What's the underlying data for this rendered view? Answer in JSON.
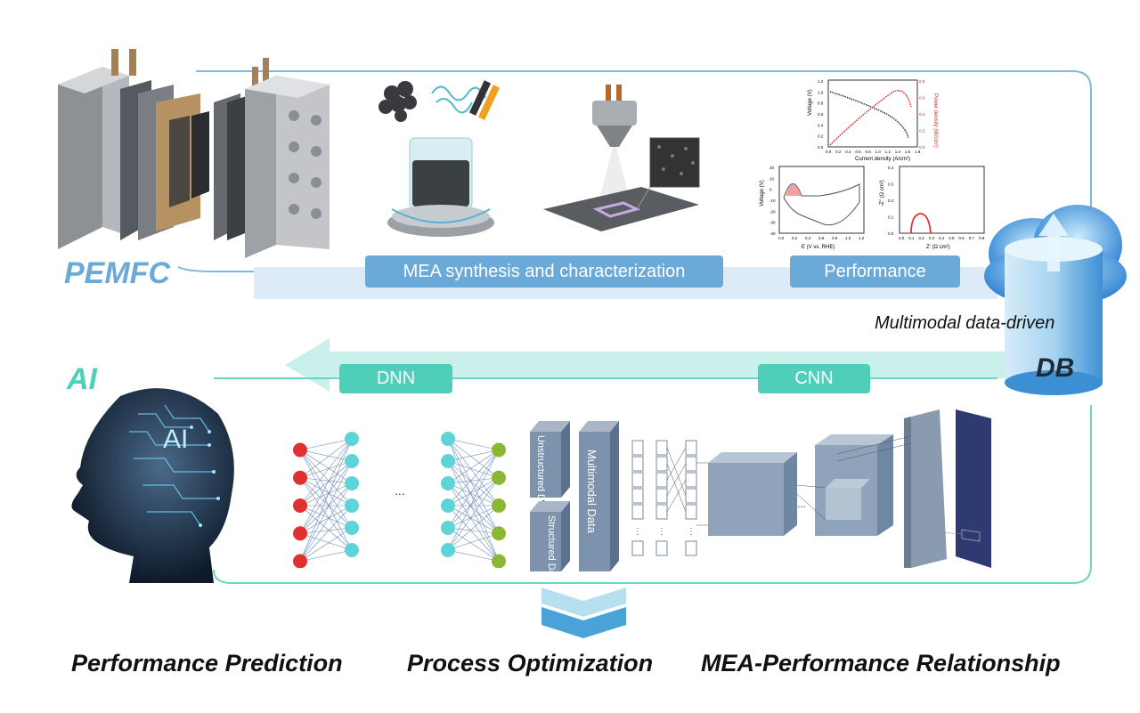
{
  "top_section": {
    "title": "PEMFC",
    "mea_label": "MEA synthesis and characterization",
    "performance_label": "Performance"
  },
  "database": {
    "caption": "Multimodal data-driven",
    "label": "DB"
  },
  "ai_section": {
    "title": "AI",
    "dnn_label": "DNN",
    "cnn_label": "CNN",
    "head_text": "AI",
    "ellipsis": "...",
    "unstructured_label": "Unstructured Data",
    "structured_label": "Structured Data",
    "plus": "+",
    "multimodal_label": "Multimodal Data"
  },
  "plots": {
    "polarization": {
      "ylabel": "Voltage (V)",
      "y2label": "Power density (W/cm²)",
      "xlabel": "Current density (A/cm²)",
      "xticks": [
        "0.0",
        "0.2",
        "0.4",
        "0.6",
        "0.8",
        "1.0",
        "1.2",
        "1.4",
        "1.6",
        "1.8"
      ],
      "yticks": [
        "1.2",
        "1.0",
        "0.8",
        "0.6",
        "0.4",
        "0.2",
        "0.0"
      ],
      "y2ticks": [
        "0.8",
        "0.6",
        "0.4",
        "0.2",
        "0.0"
      ]
    },
    "cv": {
      "ylabel": "Voltage (V)",
      "xlabel": "E (V vs. RHE)",
      "xticks": [
        "0.0",
        "0.2",
        "0.4",
        "0.6",
        "0.8",
        "1.0",
        "1.2"
      ],
      "yticks": [
        "20",
        "10",
        "0",
        "-10",
        "-20",
        "-30",
        "-40"
      ]
    },
    "eis": {
      "ylabel": "-Z'' (Ω cm²)",
      "xlabel": "Z' (Ω cm²)",
      "xticks": [
        "0.0",
        "0.1",
        "0.2",
        "0.3",
        "0.4",
        "0.5",
        "0.6",
        "0.7",
        "0.8"
      ],
      "yticks": [
        "0.4",
        "0.3",
        "0.2",
        "0.1",
        "0.0"
      ]
    }
  },
  "outputs": {
    "performance_prediction": "Performance Prediction",
    "process_optimization": "Process Optimization",
    "mea_performance_relationship": "MEA-Performance Relationship"
  },
  "colors": {
    "blue": "#6aa9d8",
    "teal": "#4fcfb9",
    "dark_slate": "#7d93ad",
    "red": "#e03030",
    "green": "#8ab832"
  }
}
